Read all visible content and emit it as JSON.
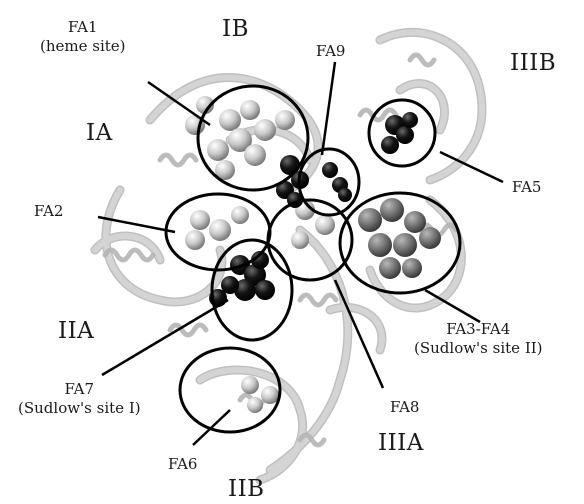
{
  "domains": {
    "IA": "IA",
    "IB": "IB",
    "IIA": "IIA",
    "IIB": "IIB",
    "IIIA": "IIIA",
    "IIIB": "IIIB"
  },
  "sites": {
    "fa1_name": "FA1",
    "fa1_note": "(heme site)",
    "fa2": "FA2",
    "fa3_fa4_name": "FA3-FA4",
    "fa3_fa4_note": "(Sudlow's site II)",
    "fa5": "FA5",
    "fa6": "FA6",
    "fa7_name": "FA7",
    "fa7_note": "(Sudlow's site I)",
    "fa8": "FA8",
    "fa9": "FA9"
  },
  "colors": {
    "protein_ribbon": "#d4d4d4",
    "protein_shadow": "#8e8e8e",
    "light_spheres": "#c9c9c9",
    "dark_spheres": "#111111",
    "mid_spheres": "#6e6e6e",
    "ring_stroke": "#000000"
  }
}
